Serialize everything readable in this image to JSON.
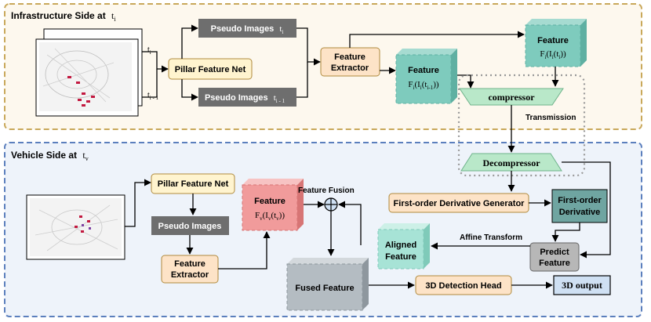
{
  "infra": {
    "title": "Infrastructure Side at",
    "title_sub": "t",
    "title_sub_idx": "i",
    "frame_label_a": "t",
    "frame_label_a_idx": "i",
    "frame_label_b": "t",
    "frame_label_b_idx": "i - 1",
    "pillar_net": "Pillar Feature Net",
    "pseudo_top": "Pseudo Images",
    "pseudo_top_t": "t",
    "pseudo_top_idx": "i",
    "pseudo_bottom": "Pseudo Images",
    "pseudo_bottom_t": "t",
    "pseudo_bottom_idx": "i - 1",
    "extractor_line1": "Feature",
    "extractor_line2": "Extractor",
    "feat_prev_title": "Feature",
    "feat_prev_formula": "F",
    "feat_prev_formula_i": "i",
    "feat_prev_formula_rest": "(I",
    "feat_prev_formula_rest_i": "i",
    "feat_prev_formula_t": "(t",
    "feat_prev_formula_t_i": "i-1",
    "feat_prev_close": "))",
    "feat_cur_title": "Feature",
    "feat_cur_formula": "F",
    "feat_cur_formula_i": "i",
    "feat_cur_formula_rest": "(I",
    "feat_cur_formula_rest_i": "i",
    "feat_cur_formula_t": "(t",
    "feat_cur_formula_t_i": "i",
    "feat_cur_close": "))",
    "compressor": "compressor",
    "transmission": "Transmission"
  },
  "vehicle": {
    "title": "Vehicle Side at",
    "title_sub": "t",
    "title_sub_idx": "v",
    "decompressor": "Decompressor",
    "pillar_net": "Pillar Feature Net",
    "pseudo": "Pseudo Images",
    "extractor_line1": "Feature",
    "extractor_line2": "Extractor",
    "feat_title": "Feature",
    "feat_formula": "F",
    "feat_formula_v": "v",
    "feat_formula_rest": "(I",
    "feat_formula_rest_v": "v",
    "feat_formula_t": "(t",
    "feat_formula_t_v": "v",
    "feat_close": "))",
    "fusion_label": "Feature Fusion",
    "fusion_symbol": "⊕",
    "first_order_gen": "First-order Derivative Generator",
    "first_order_line1": "First-order",
    "first_order_line2": "Derivative",
    "affine": "Affine Transform",
    "aligned_line1": "Aligned",
    "aligned_line2": "Feature",
    "predict_line1": "Predict",
    "predict_line2": "Feature",
    "fused": "Fused Feature",
    "det_head": "3D Detection Head",
    "output": "3D output"
  },
  "colors": {
    "infra_border": "#c9a85a",
    "infra_bg": "#fdf8ee",
    "vehicle_border": "#5b7fbd",
    "vehicle_bg": "#eef3fa",
    "peach_box": "#fde3c7",
    "yellow_box": "#fff4cf",
    "dark_gray": "#6e6e6e",
    "teal_cube": "#7ecbbd",
    "red_cube": "#f19b9b",
    "gray_cube": "#b4bcc2",
    "mint_cube": "#a7e3d6",
    "trapezoid": "#b9e8c9",
    "teal_box": "#6fa5a1",
    "output_blue": "#cfe0f3"
  }
}
